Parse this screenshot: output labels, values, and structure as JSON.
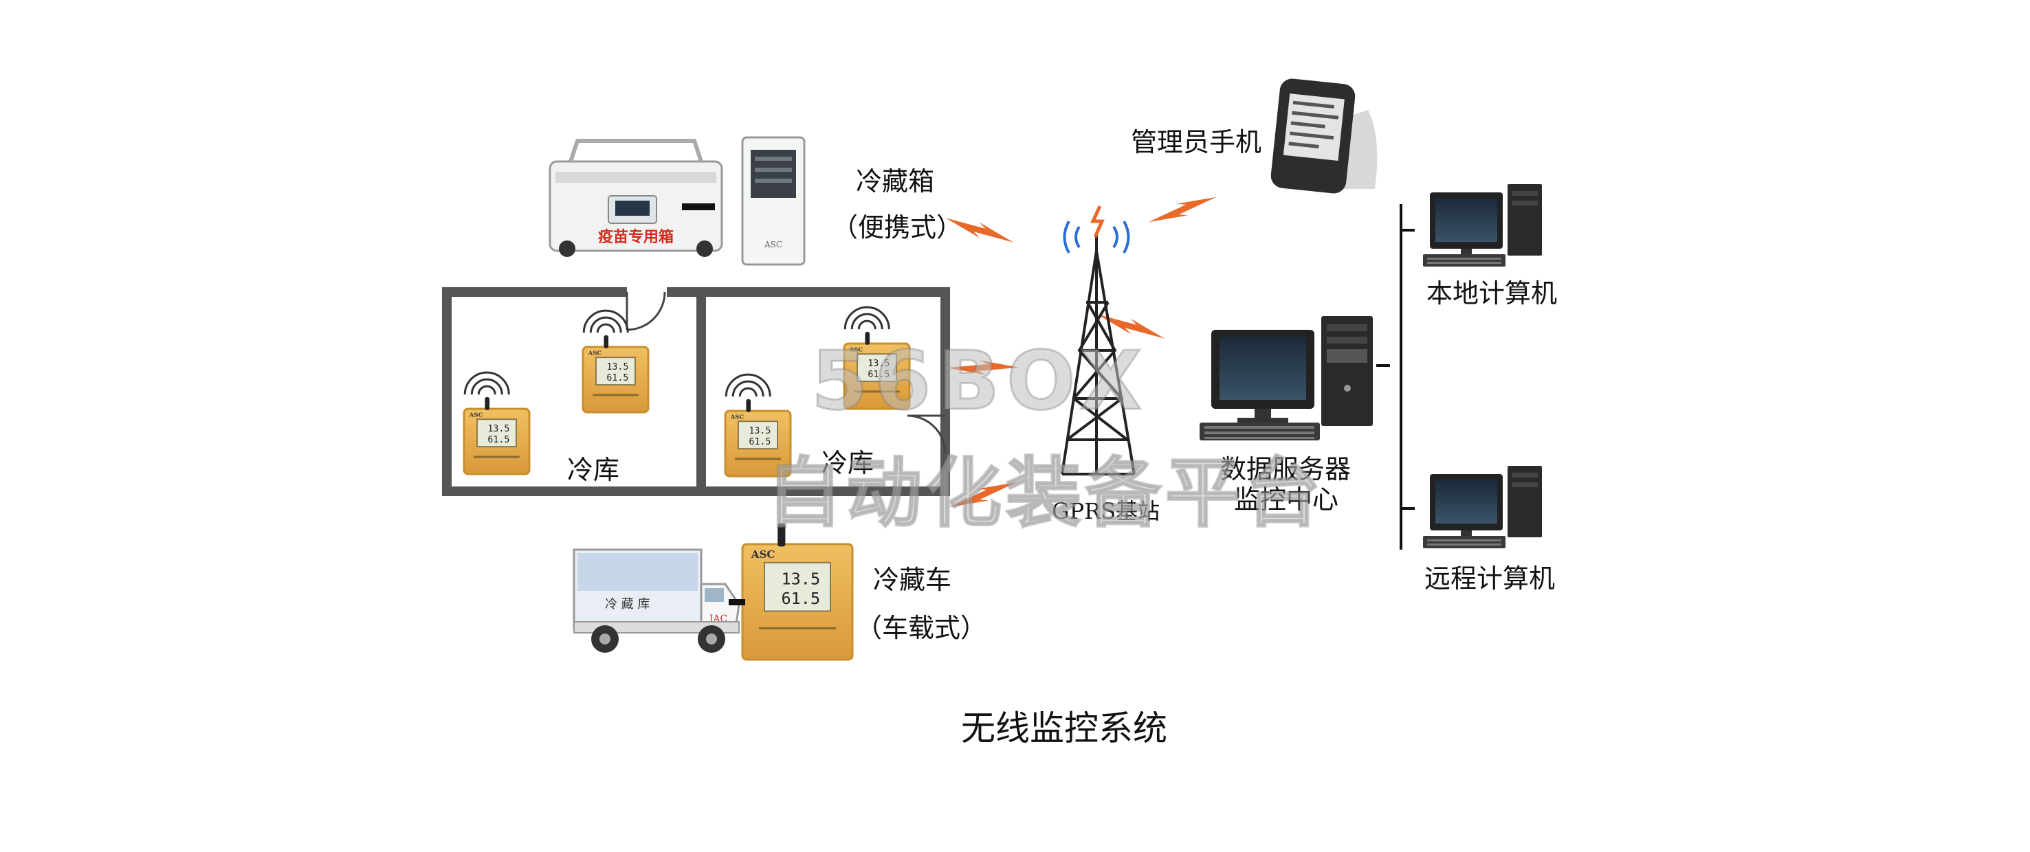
{
  "labels": {
    "admin_phone": "管理员手机",
    "cooler_box": "冷藏箱",
    "cooler_box_type": "（便携式）",
    "cold_room_1": "冷库",
    "cold_room_2": "冷库",
    "gprs_station": "GPRS基站",
    "data_server": "数据服务器",
    "monitor_center": "监控中心",
    "local_computer": "本地计算机",
    "remote_computer": "远程计算机",
    "reefer_truck": "冷藏车",
    "reefer_truck_type": "（车载式）",
    "diagram_title": "无线监控系统"
  },
  "watermark": {
    "line1": "56BOX",
    "line2": "自动化装备平台"
  },
  "device": {
    "brand": "ASC",
    "reading_temp": "13.5",
    "reading_humidity": "61.5"
  },
  "cooler_box_print": "疫苗专用箱",
  "truck_brand": "JAC",
  "colors": {
    "wall": "#555555",
    "logger": "#e8b04a",
    "logger_dark": "#c98f2c",
    "signal": "#e8692a",
    "tower_signal": "#2a6fd6"
  }
}
